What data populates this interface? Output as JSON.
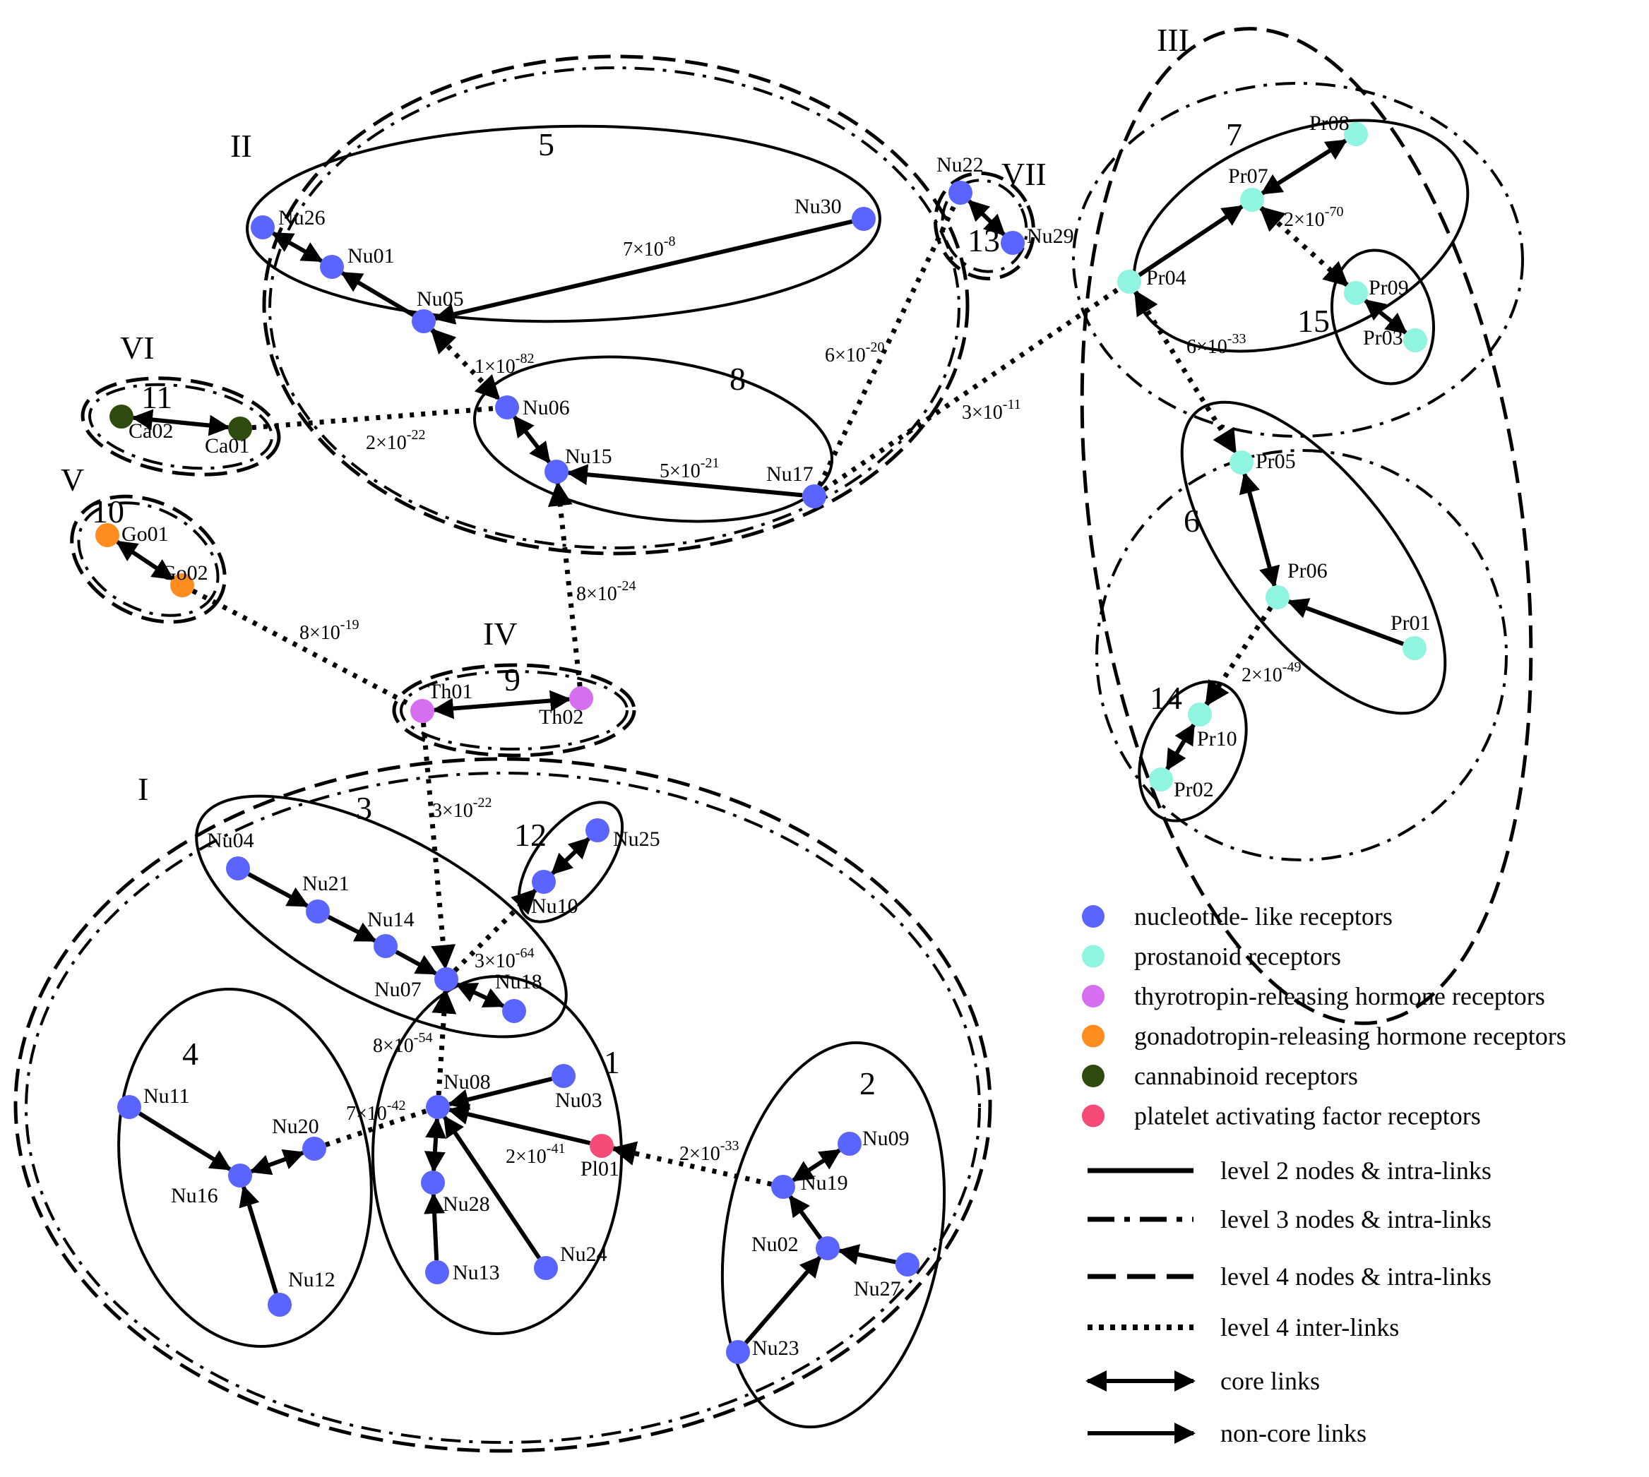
{
  "legend": {
    "categories": [
      {
        "label": "nucleotide- like receptors",
        "color": "#5a64ff"
      },
      {
        "label": "prostanoid receptors",
        "color": "#8ff5e0"
      },
      {
        "label": "thyrotropin-releasing hormone receptors",
        "color": "#d66ef0"
      },
      {
        "label": "gonadotropin-releasing hormone receptors",
        "color": "#ff8c1e"
      },
      {
        "label": "cannabinoid receptors",
        "color": "#2f4a0e"
      },
      {
        "label": "platelet activating factor receptors",
        "color": "#f54b78"
      }
    ],
    "lines": [
      "level 2 nodes & intra-links",
      "level 3 nodes & intra-links",
      "level 4 nodes  & intra-links",
      "level 4  inter-links",
      "core links",
      "non-core links"
    ]
  },
  "groups": [
    "I",
    "II",
    "III",
    "IV",
    "V",
    "VI",
    "VII"
  ],
  "clusters": [
    "1",
    "2",
    "3",
    "4",
    "5",
    "6",
    "7",
    "8",
    "9",
    "10",
    "11",
    "12",
    "13",
    "14",
    "15"
  ],
  "nodes": [
    {
      "id": "Nu26",
      "cat": 0
    },
    {
      "id": "Nu01",
      "cat": 0
    },
    {
      "id": "Nu05",
      "cat": 0
    },
    {
      "id": "Nu30",
      "cat": 0
    },
    {
      "id": "Nu06",
      "cat": 0
    },
    {
      "id": "Nu15",
      "cat": 0
    },
    {
      "id": "Nu17",
      "cat": 0
    },
    {
      "id": "Nu22",
      "cat": 0
    },
    {
      "id": "Nu29",
      "cat": 0
    },
    {
      "id": "Ca02",
      "cat": 4
    },
    {
      "id": "Ca01",
      "cat": 4
    },
    {
      "id": "Go01",
      "cat": 3
    },
    {
      "id": "Go02",
      "cat": 3
    },
    {
      "id": "Th01",
      "cat": 2
    },
    {
      "id": "Th02",
      "cat": 2
    },
    {
      "id": "Pr08",
      "cat": 1
    },
    {
      "id": "Pr07",
      "cat": 1
    },
    {
      "id": "Pr04",
      "cat": 1
    },
    {
      "id": "Pr09",
      "cat": 1
    },
    {
      "id": "Pr03",
      "cat": 1
    },
    {
      "id": "Pr05",
      "cat": 1
    },
    {
      "id": "Pr06",
      "cat": 1
    },
    {
      "id": "Pr01",
      "cat": 1
    },
    {
      "id": "Pr10",
      "cat": 1
    },
    {
      "id": "Pr02",
      "cat": 1
    },
    {
      "id": "Nu04",
      "cat": 0
    },
    {
      "id": "Nu21",
      "cat": 0
    },
    {
      "id": "Nu14",
      "cat": 0
    },
    {
      "id": "Nu07",
      "cat": 0
    },
    {
      "id": "Nu18",
      "cat": 0
    },
    {
      "id": "Nu25",
      "cat": 0
    },
    {
      "id": "Nu10",
      "cat": 0
    },
    {
      "id": "Nu11",
      "cat": 0
    },
    {
      "id": "Nu20",
      "cat": 0
    },
    {
      "id": "Nu16",
      "cat": 0
    },
    {
      "id": "Nu12",
      "cat": 0
    },
    {
      "id": "Nu08",
      "cat": 0
    },
    {
      "id": "Nu03",
      "cat": 0
    },
    {
      "id": "Nu28",
      "cat": 0
    },
    {
      "id": "Nu13",
      "cat": 0
    },
    {
      "id": "Nu24",
      "cat": 0
    },
    {
      "id": "Pl01",
      "cat": 5
    },
    {
      "id": "Nu09",
      "cat": 0
    },
    {
      "id": "Nu19",
      "cat": 0
    },
    {
      "id": "Nu02",
      "cat": 0
    },
    {
      "id": "Nu27",
      "cat": 0
    },
    {
      "id": "Nu23",
      "cat": 0
    }
  ],
  "link_labels": [
    {
      "base": "7×10",
      "exp": "-8"
    },
    {
      "base": "1×10",
      "exp": "-82"
    },
    {
      "base": "2×10",
      "exp": "-22"
    },
    {
      "base": "5×10",
      "exp": "-21"
    },
    {
      "base": "6×10",
      "exp": "-20"
    },
    {
      "base": "3×10",
      "exp": "-11"
    },
    {
      "base": "8×10",
      "exp": "-24"
    },
    {
      "base": "8×10",
      "exp": "-19"
    },
    {
      "base": "2×10",
      "exp": "-70"
    },
    {
      "base": "6×10",
      "exp": "-33"
    },
    {
      "base": "2×10",
      "exp": "-49"
    },
    {
      "base": "3×10",
      "exp": "-22"
    },
    {
      "base": "3×10",
      "exp": "-64"
    },
    {
      "base": "8×10",
      "exp": "-54"
    },
    {
      "base": "7×10",
      "exp": "-42"
    },
    {
      "base": "2×10",
      "exp": "-41"
    },
    {
      "base": "2×10",
      "exp": "-33"
    }
  ]
}
